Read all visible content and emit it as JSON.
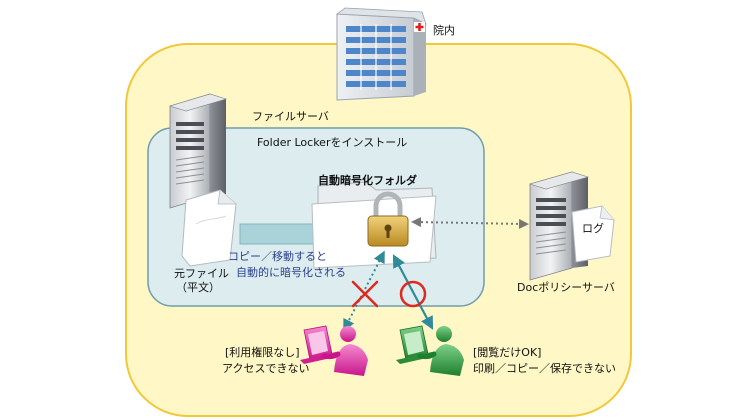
{
  "labels": {
    "hospital": "院内",
    "file_server": "ファイルサーバ",
    "install": "Folder Lockerをインストール",
    "encrypted_folder": "自動暗号化フォルダ",
    "original_file_line1": "元ファイル",
    "original_file_line2": "（平文）",
    "copy_line1": "コピー／移動すると",
    "copy_line2": "自動的に暗号化される",
    "log": "ログ",
    "policy_server": "Docポリシーサーバ",
    "user_no_rights_line1": "[利用権限なし]",
    "user_no_rights_line2": "アクセスできない",
    "user_view_only_line1": "[閲覧だけOK]",
    "user_view_only_line2": "印刷／コピー／保存できない"
  },
  "icons": {
    "hospital": "hospital-building-icon",
    "file_server": "server-tower-icon",
    "policy_server": "server-tower-icon",
    "original_file": "document-icon",
    "folder": "folder-icon",
    "lock": "padlock-icon",
    "log": "log-document-icon",
    "deny": "x-mark-icon",
    "allow": "circle-ok-icon",
    "user_denied": "user-at-computer-icon",
    "user_allowed": "user-at-computer-icon"
  },
  "colors": {
    "zone_fill": "#fff7c6",
    "zone_border": "#f2c83a",
    "server_area_fill": "#dcecef",
    "server_area_border": "#6f9ea8",
    "copy_arrow": "#a9d3d9",
    "deny_mark": "#e0281f",
    "allow_mark": "#e0281f",
    "user_denied": "#e03aa6",
    "user_allowed": "#2f9a3f",
    "text_blue": "#2a3f8f"
  }
}
